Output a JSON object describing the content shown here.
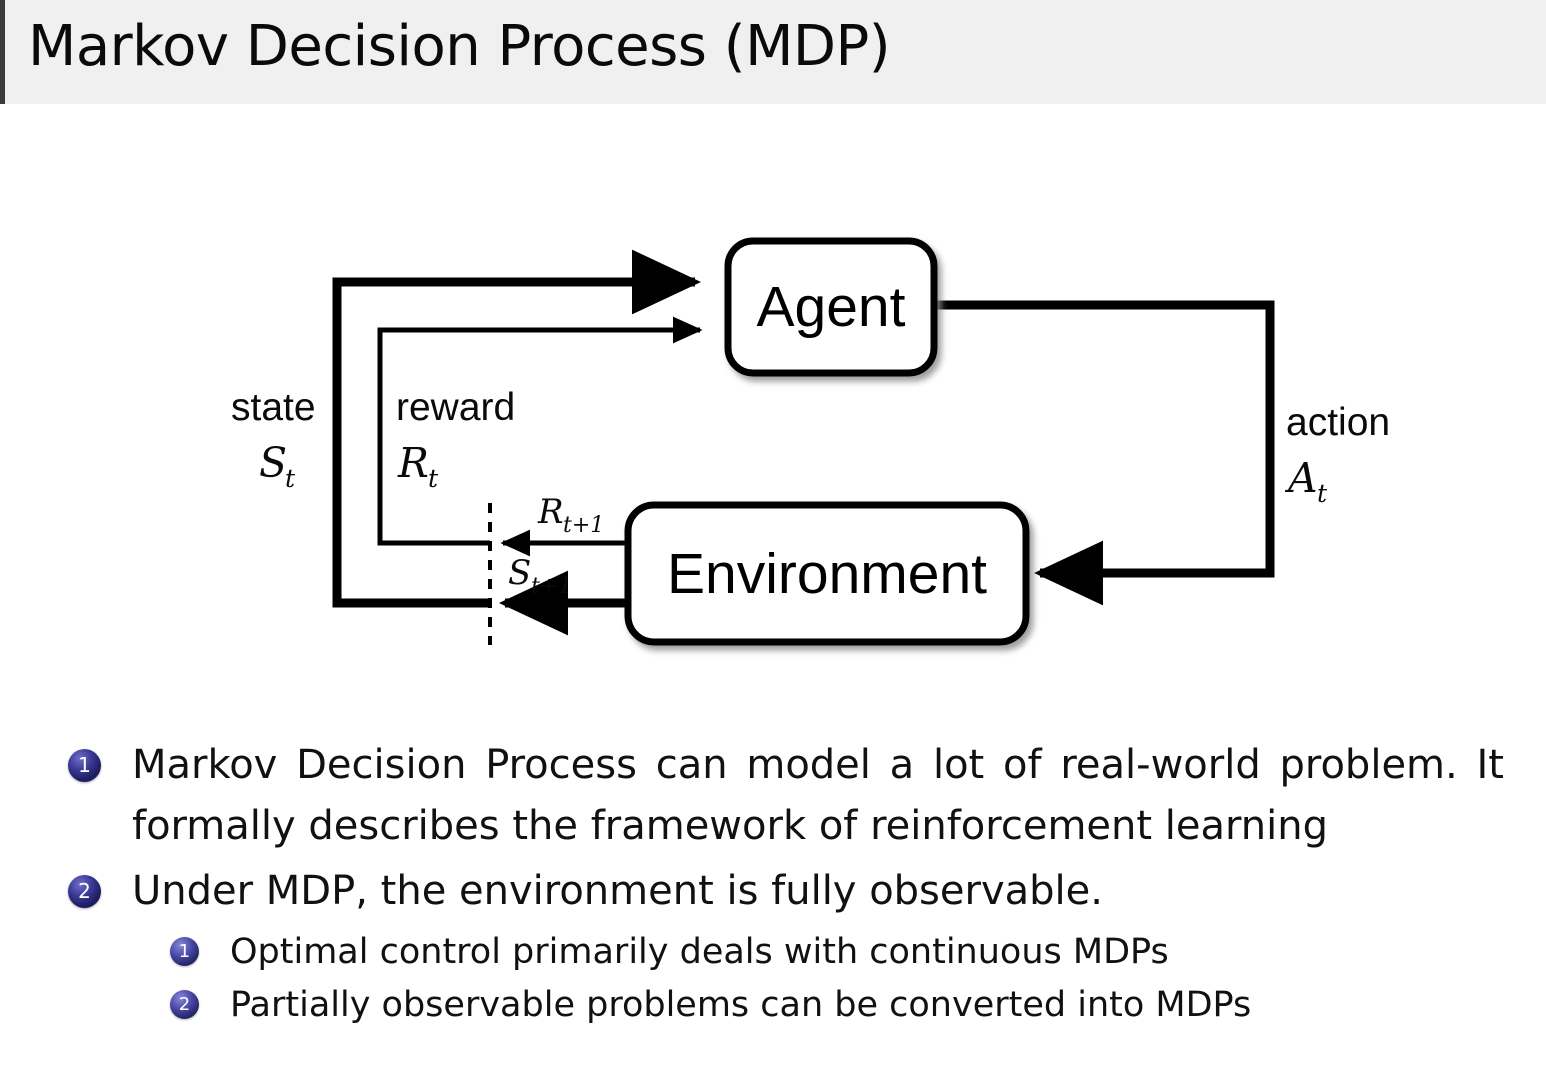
{
  "header": {
    "title": "Markov Decision Process (MDP)"
  },
  "diagram": {
    "name": "agent-environment-interaction-loop",
    "nodes": {
      "agent": "Agent",
      "environment": "Environment"
    },
    "labels": {
      "state_word": "state",
      "state_symbol": "S",
      "state_subscript": "t",
      "reward_word": "reward",
      "reward_symbol": "R",
      "reward_subscript": "t",
      "action_word": "action",
      "action_symbol": "A",
      "action_subscript": "t",
      "reward_next_symbol": "R",
      "reward_next_subscript": "t+1",
      "state_next_symbol": "S",
      "state_next_subscript": "t+1"
    }
  },
  "bullets": [
    {
      "number": "1",
      "text": "Markov Decision Process can model a lot of real-world problem. It formally describes the framework of reinforcement learning",
      "children": []
    },
    {
      "number": "2",
      "text": "Under MDP, the environment is fully observable.",
      "children": [
        {
          "number": "1",
          "text": "Optimal control primarily deals with continuous MDPs"
        },
        {
          "number": "2",
          "text": "Partially observable problems can be converted into MDPs"
        }
      ]
    }
  ],
  "colors": {
    "header_background": "#f0f0f0",
    "header_rule": "#3b3b3b",
    "bullet_badge": "#1e1e63",
    "text": "#111111",
    "diagram_stroke": "#000000"
  }
}
